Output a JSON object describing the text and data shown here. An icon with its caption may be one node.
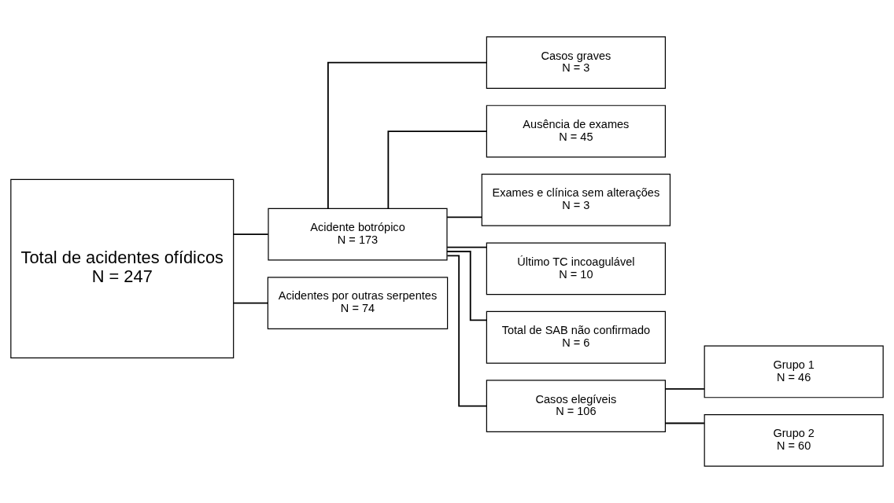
{
  "diagram": {
    "nodes": [
      {
        "text": [
          "Total de acidentes ofídicos",
          "N = 247"
        ]
      },
      {
        "text": [
          "Acidente botrópico",
          "N = 173"
        ]
      },
      {
        "text": [
          "Acidentes por outras serpentes",
          "N = 74"
        ]
      },
      {
        "text": [
          "Casos graves",
          "N = 3"
        ]
      },
      {
        "text": [
          "Ausência de exames",
          "N = 45"
        ]
      },
      {
        "text": [
          "Exames e clínica sem alterações",
          "N = 3"
        ]
      },
      {
        "text": [
          "Último TC incoagulável",
          "N = 10"
        ]
      },
      {
        "text": [
          "Total de SAB não confirmado",
          "N = 6"
        ]
      },
      {
        "text": [
          "Casos elegíveis",
          "N = 106"
        ]
      },
      {
        "text": [
          "Grupo 1",
          "N = 46"
        ]
      },
      {
        "text": [
          "Grupo 2",
          "N = 60"
        ]
      }
    ],
    "edges": [
      {
        "from": 0,
        "to": 1,
        "arrow": "none"
      },
      {
        "from": 0,
        "to": 2,
        "arrow": "none"
      },
      {
        "from": 1,
        "to": 3,
        "arrow": "none"
      },
      {
        "from": 1,
        "to": 4,
        "arrow": "none"
      },
      {
        "from": 1,
        "to": 5,
        "arrow": "none"
      },
      {
        "from": 1,
        "to": 6,
        "arrow": "none"
      },
      {
        "from": 1,
        "to": 7,
        "arrow": "none"
      },
      {
        "from": 1,
        "to": 8,
        "arrow": "none"
      },
      {
        "from": 8,
        "to": 9,
        "arrow": "none"
      },
      {
        "from": 8,
        "to": 10,
        "arrow": "none"
      }
    ]
  }
}
